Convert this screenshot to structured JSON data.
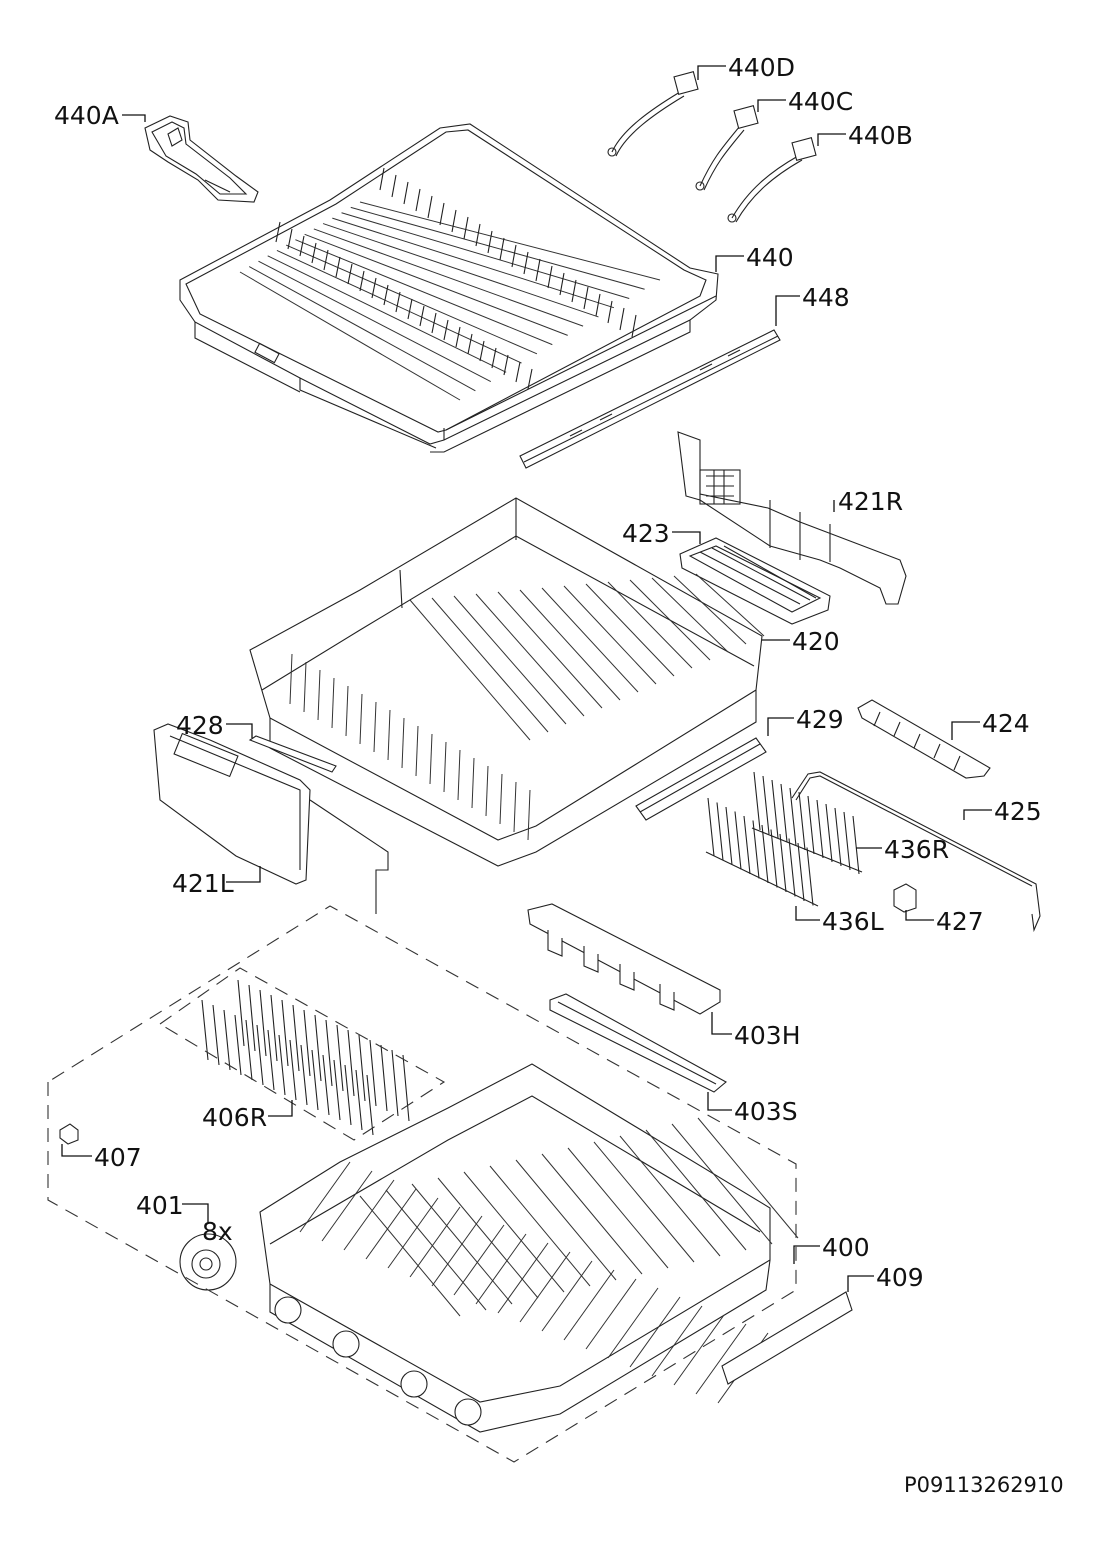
{
  "diagram": {
    "reference_code": "P09113262910",
    "parts": [
      {
        "id": "p440A",
        "label": "440A"
      },
      {
        "id": "p440D",
        "label": "440D"
      },
      {
        "id": "p440C",
        "label": "440C"
      },
      {
        "id": "p440B",
        "label": "440B"
      },
      {
        "id": "p440",
        "label": "440"
      },
      {
        "id": "p448",
        "label": "448"
      },
      {
        "id": "p421R",
        "label": "421R"
      },
      {
        "id": "p423",
        "label": "423"
      },
      {
        "id": "p420",
        "label": "420"
      },
      {
        "id": "p428",
        "label": "428"
      },
      {
        "id": "p429",
        "label": "429"
      },
      {
        "id": "p424",
        "label": "424"
      },
      {
        "id": "p425",
        "label": "425"
      },
      {
        "id": "p436R",
        "label": "436R"
      },
      {
        "id": "p421L",
        "label": "421L"
      },
      {
        "id": "p436L",
        "label": "436L"
      },
      {
        "id": "p427",
        "label": "427"
      },
      {
        "id": "p403H",
        "label": "403H"
      },
      {
        "id": "p403S",
        "label": "403S"
      },
      {
        "id": "p406R",
        "label": "406R"
      },
      {
        "id": "p407",
        "label": "407"
      },
      {
        "id": "p401",
        "label": "401"
      },
      {
        "id": "p401q",
        "label": "8x"
      },
      {
        "id": "p400",
        "label": "400"
      },
      {
        "id": "p409",
        "label": "409"
      }
    ]
  }
}
